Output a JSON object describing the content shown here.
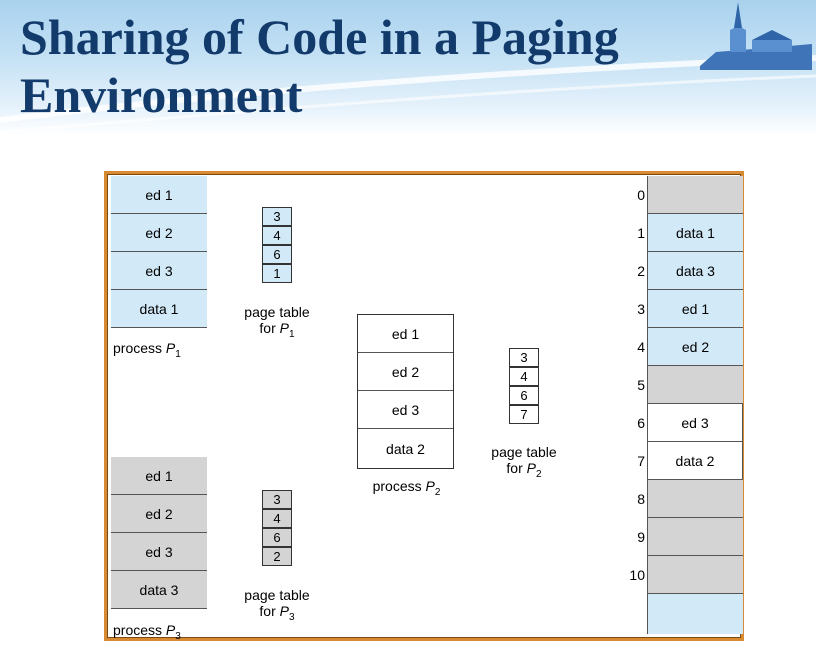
{
  "slide": {
    "title_line1": "Sharing of Code in a Paging",
    "title_line2": "Environment"
  },
  "process_p1": {
    "pages": [
      "ed 1",
      "ed 2",
      "ed 3",
      "data 1"
    ],
    "label_text": "process ",
    "label_var": "P",
    "label_sub": "1"
  },
  "page_table_p1": {
    "entries": [
      "3",
      "4",
      "6",
      "1"
    ],
    "caption_line1": "page table",
    "caption_for": "for ",
    "caption_var": "P",
    "caption_sub": "1"
  },
  "process_p2": {
    "pages": [
      "ed 1",
      "ed 2",
      "ed 3",
      "data 2"
    ],
    "label_text": "process ",
    "label_var": "P",
    "label_sub": "2"
  },
  "page_table_p2": {
    "entries": [
      "3",
      "4",
      "6",
      "7"
    ],
    "caption_line1": "page table",
    "caption_for": "for ",
    "caption_var": "P",
    "caption_sub": "2"
  },
  "process_p3": {
    "pages": [
      "ed 1",
      "ed 2",
      "ed 3",
      "data 3"
    ],
    "label_text": "process ",
    "label_var": "P",
    "label_sub": "3"
  },
  "page_table_p3": {
    "entries": [
      "3",
      "4",
      "6",
      "2"
    ],
    "caption_line1": "page table",
    "caption_for": "for ",
    "caption_var": "P",
    "caption_sub": "3"
  },
  "physical_memory": {
    "frame_numbers": [
      "0",
      "1",
      "2",
      "3",
      "4",
      "5",
      "6",
      "7",
      "8",
      "9",
      "10"
    ],
    "frames": [
      "",
      "data 1",
      "data 3",
      "ed 1",
      "ed 2",
      "",
      "ed 3",
      "data 2",
      "",
      "",
      ""
    ]
  },
  "colors": {
    "title": "#123a6b",
    "frame_border": "#d88a32",
    "page_blue": "#d2eaf8",
    "page_gray": "#d4d4d4"
  }
}
